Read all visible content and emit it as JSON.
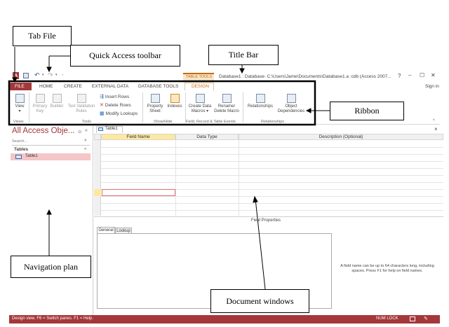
{
  "annotations": {
    "tab_file": "Tab File",
    "quick_access": "Quick Access toolbar",
    "title_bar": "Title Bar",
    "ribbon": "Ribbon",
    "navigation": "Navigation plan",
    "document": "Document windows"
  },
  "titlebar": {
    "app_icon": "A",
    "context_tab": "TABLE TOOLS",
    "title": "Database1 : Database- C:\\Users\\Jame\\Documents\\Database1.a :cdb (Access 2007...",
    "help": "?",
    "minimize": "–",
    "restore": "☐",
    "close": "✕"
  },
  "tabs": {
    "file": "FILE",
    "home": "HOME",
    "create": "CREATE",
    "external": "EXTERNAL DATA",
    "dbtools": "DATABASE TOOLS",
    "design": "DESIGN",
    "signin": "Sign in"
  },
  "ribbon": {
    "view": "View",
    "view_arrow": "▾",
    "primary_key_1": "Primary",
    "primary_key_2": "Key",
    "builder": "Builder",
    "test_rules_1": "Test Validation",
    "test_rules_2": "Rules",
    "insert_rows": "Insert Rows",
    "delete_rows": "Delete Rows",
    "modify_lookups": "Modify Lookups",
    "property_sheet_1": "Property",
    "property_sheet_2": "Sheet",
    "indexes": "Indexes",
    "create_macros_1": "Create Data",
    "create_macros_2": "Macros ▾",
    "rename_macro_1": "Rename/",
    "rename_macro_2": "Delete Macro",
    "relationships": "Relationships",
    "object_dep_1": "Object",
    "object_dep_2": "Dependencies",
    "grp_views": "Views",
    "grp_tools": "Tools",
    "grp_showhide": "Show/Hide",
    "grp_events": "Field, Record & Table Events",
    "grp_relationships": "Relationships",
    "collapse": "^"
  },
  "nav": {
    "title": "All Access Obje...",
    "title_dropdown": "⊙",
    "title_collapse": "«",
    "search_placeholder": "Search...",
    "group": "Tables",
    "group_collapse": "«",
    "item": "Table1"
  },
  "doc": {
    "tab": "Table1",
    "close": "×",
    "col_field": "Field Name",
    "col_type": "Data Type",
    "col_desc": "Description (Optional)",
    "field_props": "Field Properties",
    "sub_general": "General",
    "sub_lookup": "Lookup",
    "hint": "A field name can be up to 64 characters long, including spaces. Press F1 for help on field names."
  },
  "status": {
    "left": "Design view.  F6 = Switch panes.  F1 = Help.",
    "numlock": "NUM LOCK"
  },
  "colors": {
    "accent": "#a4373a",
    "context_orange": "#c46a0e",
    "selected_header": "#fde8a0",
    "nav_selected": "#f4c6c7"
  }
}
